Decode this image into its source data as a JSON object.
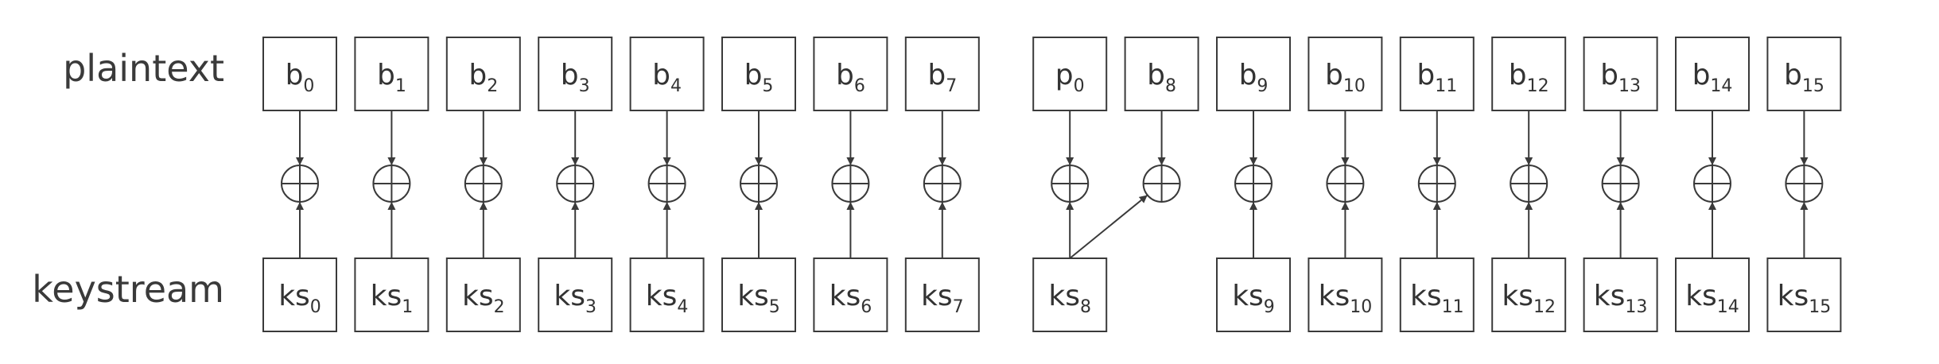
{
  "labels": {
    "plaintext": "plaintext",
    "keystream": "keystream"
  },
  "columns": [
    {
      "top": {
        "base": "b",
        "sub": "0"
      },
      "bottom": {
        "base": "ks",
        "sub": "0"
      }
    },
    {
      "top": {
        "base": "b",
        "sub": "1"
      },
      "bottom": {
        "base": "ks",
        "sub": "1"
      }
    },
    {
      "top": {
        "base": "b",
        "sub": "2"
      },
      "bottom": {
        "base": "ks",
        "sub": "2"
      }
    },
    {
      "top": {
        "base": "b",
        "sub": "3"
      },
      "bottom": {
        "base": "ks",
        "sub": "3"
      }
    },
    {
      "top": {
        "base": "b",
        "sub": "4"
      },
      "bottom": {
        "base": "ks",
        "sub": "4"
      }
    },
    {
      "top": {
        "base": "b",
        "sub": "5"
      },
      "bottom": {
        "base": "ks",
        "sub": "5"
      }
    },
    {
      "top": {
        "base": "b",
        "sub": "6"
      },
      "bottom": {
        "base": "ks",
        "sub": "6"
      }
    },
    {
      "top": {
        "base": "b",
        "sub": "7"
      },
      "bottom": {
        "base": "ks",
        "sub": "7"
      }
    },
    {
      "top": {
        "base": "p",
        "sub": "0"
      },
      "bottom": {
        "base": "ks",
        "sub": "8"
      }
    },
    {
      "top": {
        "base": "b",
        "sub": "8"
      },
      "bottom": null,
      "keystream_from": 8
    },
    {
      "top": {
        "base": "b",
        "sub": "9"
      },
      "bottom": {
        "base": "ks",
        "sub": "9"
      }
    },
    {
      "top": {
        "base": "b",
        "sub": "10"
      },
      "bottom": {
        "base": "ks",
        "sub": "10"
      }
    },
    {
      "top": {
        "base": "b",
        "sub": "11"
      },
      "bottom": {
        "base": "ks",
        "sub": "11"
      }
    },
    {
      "top": {
        "base": "b",
        "sub": "12"
      },
      "bottom": {
        "base": "ks",
        "sub": "12"
      }
    },
    {
      "top": {
        "base": "b",
        "sub": "13"
      },
      "bottom": {
        "base": "ks",
        "sub": "13"
      }
    },
    {
      "top": {
        "base": "b",
        "sub": "14"
      },
      "bottom": {
        "base": "ks",
        "sub": "14"
      }
    },
    {
      "top": {
        "base": "b",
        "sub": "15"
      },
      "bottom": {
        "base": "ks",
        "sub": "15"
      }
    }
  ],
  "operator_icon": "xor-icon"
}
